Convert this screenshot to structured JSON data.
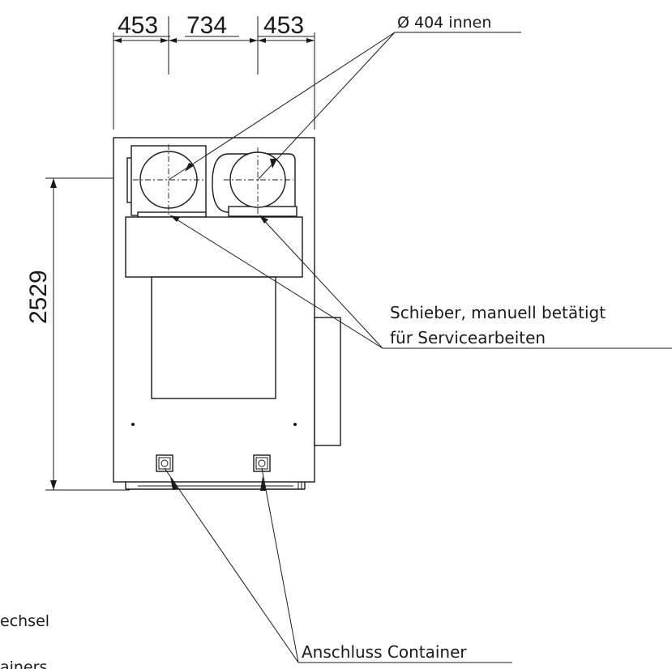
{
  "dimensions": {
    "left_width": "453",
    "middle_width": "734",
    "right_width": "453",
    "height": "2529"
  },
  "labels": {
    "diameter": "Ø 404 innen",
    "slider_line1": "Schieber, manuell betätigt",
    "slider_line2": "für Servicearbeiten",
    "connection": "Anschluss Container",
    "cut_line1": "echsel",
    "cut_line2": "ainers"
  }
}
